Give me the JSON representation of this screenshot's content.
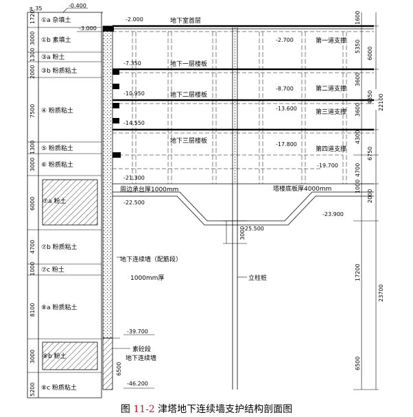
{
  "top_marks": {
    "ground": "±.35",
    "minus_0400": "-0.400",
    "minus_3000": "-3.000"
  },
  "layers": [
    {
      "thk": "1720",
      "name": "①a 杂填土"
    },
    {
      "thk": "3000",
      "name": "①b 素填土"
    },
    {
      "thk": "1300",
      "name": "③a 粉土"
    },
    {
      "thk": "2000",
      "name": "③b 粉质粘土"
    },
    {
      "thk": "7500",
      "name": "④ 粉质粘土"
    },
    {
      "thk": "1300",
      "name": "⑤ 粉质粘土"
    },
    {
      "thk": "3000",
      "name": "⑥ 粉质粘土"
    },
    {
      "thk": "6000",
      "name": "⑦a 粉土"
    },
    {
      "thk": "4700",
      "name": "⑦b 粉质粘土"
    },
    {
      "thk": "1000",
      "name": "⑦c 粉土"
    },
    {
      "thk": "8100",
      "name": "⑧a 粉质粘土"
    },
    {
      "thk": "3000",
      "name": "⑧b 粉土"
    },
    {
      "thk": "5200",
      "name": "⑧c 粉质粘土"
    }
  ],
  "floors": {
    "b0": "地下室首层",
    "b1": "地下一层楼板",
    "b2": "地下二层楼板",
    "b3": "地下三层楼板"
  },
  "struts": {
    "s1": "第一道支撑",
    "s2": "第二道支撑",
    "s3": "第三道支撑",
    "s4": "第四道支撑"
  },
  "elev": {
    "e2000": "-2.000",
    "e2700": "-2.700",
    "e7350": "-7.350",
    "e8700": "-8.700",
    "e10950": "-10.950",
    "e13600": "-13.600",
    "e14550": "-14.550",
    "e17800": "-17.800",
    "e19700": "-19.700",
    "e21300": "-21.300",
    "e22500": "-22.500",
    "e23900": "-23.900",
    "e25500": "-25.500",
    "e39700": "-39.700",
    "e46200": "-46.200"
  },
  "labels": {
    "cap": "周边承台厚1000mm",
    "raft": "塔楼底板厚4000mm",
    "wall1": "地下连续墙（配筋段）",
    "wall2": "1000mm厚",
    "column": "立柱桩",
    "plain1": "素砼段",
    "plain2": "地下连续墙",
    "dim3000": "3000",
    "dim6500": "6500"
  },
  "right_dims": {
    "d1600": "1600",
    "d5350": "5350",
    "d6000": "6000",
    "d3600a": "3600",
    "d4850": "4850",
    "d3600b": "3600",
    "d4300": "4300",
    "d6750": "6750",
    "d4700": "4700",
    "d1000": "1000",
    "d2000": "2000",
    "d17200": "17200",
    "d6500": "6500",
    "d22100": "22100",
    "d23700": "23700"
  },
  "caption": {
    "prefix": "图",
    "number": "11-2",
    "title": "津塔地下连续墙支护结构剖面图"
  }
}
